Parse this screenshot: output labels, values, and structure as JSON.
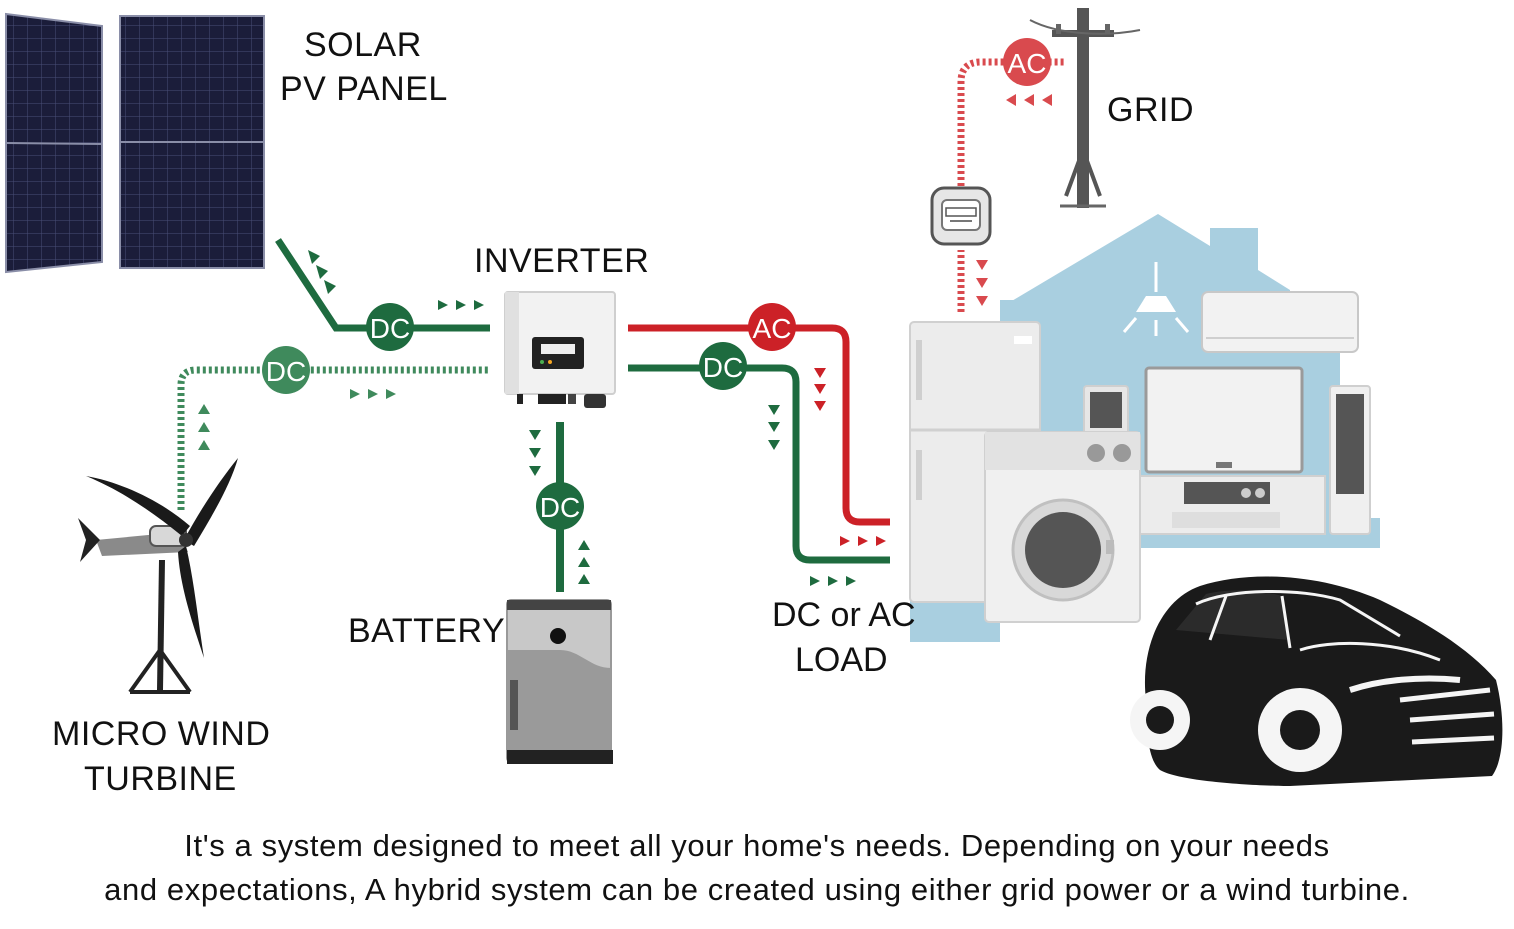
{
  "labels": {
    "solar": "SOLAR",
    "pv_panel": "PV PANEL",
    "inverter": "INVERTER",
    "grid": "GRID",
    "battery": "BATTERY",
    "wind_line1": "MICRO WIND",
    "wind_line2": "TURBINE",
    "load_line1": "DC or AC",
    "load_line2": "LOAD"
  },
  "badges": {
    "dc_solar": "DC",
    "dc_wind": "DC",
    "dc_battery": "DC",
    "dc_load": "DC",
    "ac_load": "AC",
    "ac_grid": "AC"
  },
  "caption": {
    "line1": "It's a system designed to meet all your home's needs. Depending on your needs",
    "line2": "and expectations, A hybrid system can be created using either grid power or a wind turbine."
  },
  "colors": {
    "dc_dark": "#1e6b3f",
    "dc_light": "#3f8a5c",
    "ac": "#cc2127",
    "ac_light": "#d94a4e",
    "house": "#a9cfe0",
    "panel": "#1b1d3a",
    "car": "#1a1a1a"
  }
}
